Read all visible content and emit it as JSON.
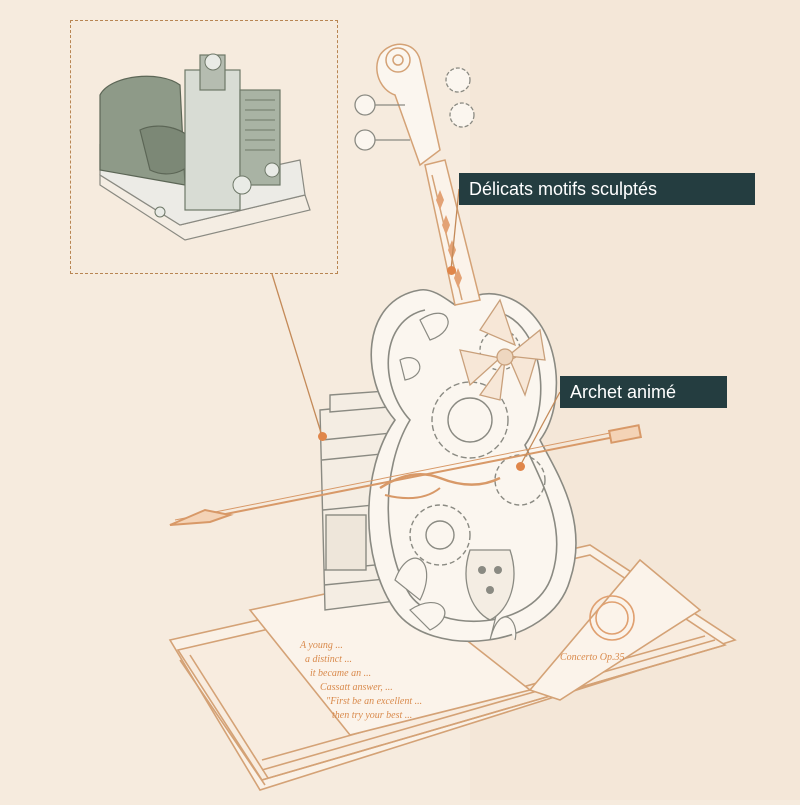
{
  "labels": {
    "carved_motifs": "Délicats motifs sculptés",
    "animated_bow": "Archet animé"
  },
  "book_text": {
    "heading": "Concerto Op.35",
    "line1": "A young ...",
    "line2": "a distinct ...",
    "line3": "it became an ...",
    "line4": "Cassatt answer, ...",
    "line5": "\"First be an excellent ...",
    "line6": "then try your best ..."
  },
  "colors": {
    "background": "#f6ebde",
    "label_bg": "#243d40",
    "label_text": "#ffffff",
    "accent_dot": "#e0864a",
    "dashed_border": "#b88552",
    "mechanism_green": "#8e9a88",
    "wood_line": "#d4a276",
    "cello_line": "#8a8a82"
  }
}
